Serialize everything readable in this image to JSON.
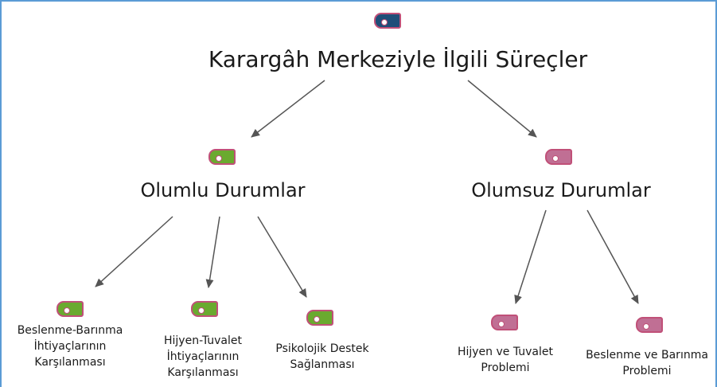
{
  "diagram": {
    "root": {
      "label": "Karargâh Merkeziyle İlgili Süreçler",
      "tag_color": "#1f4e79"
    },
    "positive": {
      "label": "Olumlu Durumlar",
      "tag_color": "#6aaa2f",
      "children": [
        {
          "label": "Beslenme-Barınma\nİhtiyaçlarının\nKarşılanması"
        },
        {
          "label": "Hijyen-Tuvalet\nİhtiyaçlarının\nKarşılanması"
        },
        {
          "label": "Psikolojik Destek\nSağlanması"
        }
      ]
    },
    "negative": {
      "label": "Olumsuz Durumlar",
      "tag_color": "#c06f94",
      "children": [
        {
          "label": "Hijyen ve Tuvalet\nProblemi"
        },
        {
          "label": "Beslenme ve Barınma\nProblemi"
        }
      ]
    },
    "colors": {
      "edge": "#555555",
      "tag_border": "#c05078",
      "frame": "#5b9bd5"
    }
  }
}
